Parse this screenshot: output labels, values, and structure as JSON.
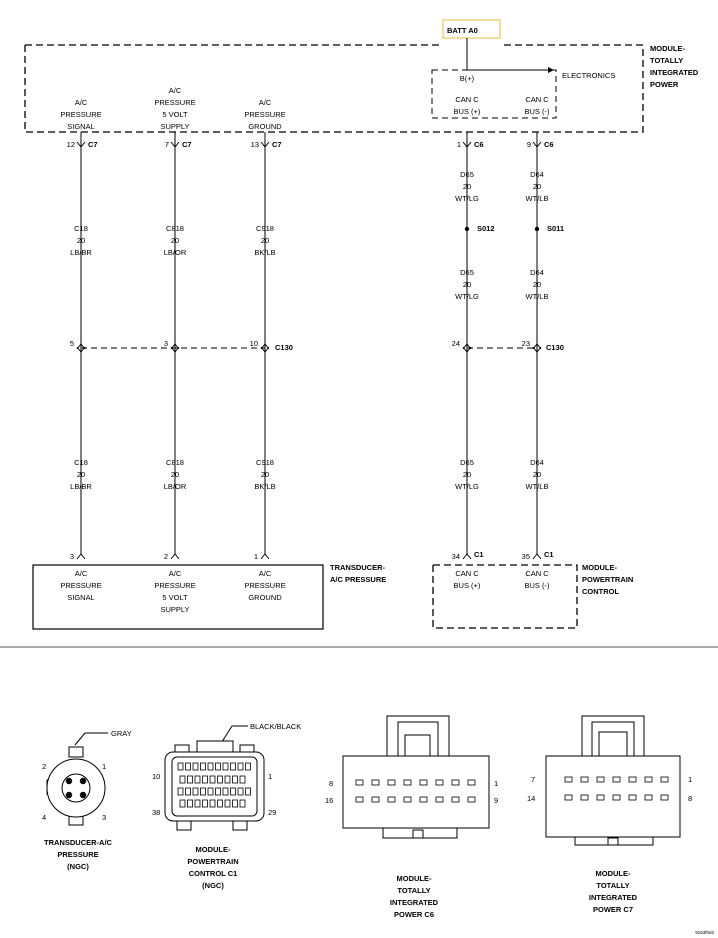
{
  "batt": {
    "label": "BATT A0",
    "color": "#e8c860"
  },
  "tipm": {
    "title": [
      "MODULE-",
      "TOTALLY",
      "INTEGRATED",
      "POWER"
    ],
    "sub_label": "ELECTRONICS",
    "bplus": "B(+)"
  },
  "pcm": {
    "title": [
      "MODULE-",
      "POWERTRAIN",
      "CONTROL"
    ]
  },
  "transducer": {
    "title": [
      "TRANSDUCER-",
      "A/C PRESSURE"
    ]
  },
  "circuits": [
    {
      "id": "signal",
      "top_func": [
        "A/C",
        "PRESSURE",
        "SIGNAL"
      ],
      "top_pin": "12",
      "top_conn": "C7",
      "upper_wire": [
        "C18",
        "20",
        "LB/BR"
      ],
      "mid_pin": "5",
      "lower_wire": [
        "C18",
        "20",
        "LB/BR"
      ],
      "bot_pin": "3",
      "bot_conn": "",
      "bot_func": [
        "A/C",
        "PRESSURE",
        "SIGNAL"
      ]
    },
    {
      "id": "supply",
      "top_func": [
        "A/C",
        "PRESSURE",
        "5 VOLT",
        "SUPPLY"
      ],
      "top_pin": "7",
      "top_conn": "C7",
      "upper_wire": [
        "C818",
        "20",
        "LB/OR"
      ],
      "mid_pin": "3",
      "lower_wire": [
        "C818",
        "20",
        "LB/OR"
      ],
      "bot_pin": "2",
      "bot_conn": "",
      "bot_func": [
        "A/C",
        "PRESSURE",
        "5 VOLT",
        "SUPPLY"
      ]
    },
    {
      "id": "ground",
      "top_func": [
        "A/C",
        "PRESSURE",
        "GROUND"
      ],
      "top_pin": "13",
      "top_conn": "C7",
      "upper_wire": [
        "C918",
        "20",
        "BK/LB"
      ],
      "mid_pin": "10",
      "lower_wire": [
        "C918",
        "20",
        "BK/LB"
      ],
      "bot_pin": "1",
      "bot_conn": "",
      "bot_func": [
        "A/C",
        "PRESSURE",
        "GROUND"
      ]
    },
    {
      "id": "can-plus",
      "top_func": [
        "CAN C",
        "BUS (+)"
      ],
      "top_pin": "1",
      "top_conn": "C6",
      "upper_wire": [
        "D65",
        "20",
        "WT/LG"
      ],
      "splice": "S012",
      "upper_wire2": [
        "D65",
        "20",
        "WT/LG"
      ],
      "mid_pin": "24",
      "lower_wire": [
        "D65",
        "20",
        "WT/LG"
      ],
      "bot_pin": "34",
      "bot_conn": "C1",
      "bot_func": [
        "CAN C",
        "BUS (+)"
      ]
    },
    {
      "id": "can-minus",
      "top_func": [
        "CAN C",
        "BUS (-)"
      ],
      "top_pin": "9",
      "top_conn": "C6",
      "upper_wire": [
        "D64",
        "20",
        "WT/LB"
      ],
      "splice": "S011",
      "upper_wire2": [
        "D64",
        "20",
        "WT/LB"
      ],
      "mid_pin": "23",
      "lower_wire": [
        "D64",
        "20",
        "WT/LB"
      ],
      "bot_pin": "35",
      "bot_conn": "C1",
      "bot_func": [
        "CAN C",
        "BUS (-)"
      ]
    }
  ],
  "inline_connector": {
    "label": "C130"
  },
  "connector_views": {
    "transducer": {
      "color_label": "GRAY",
      "pins": [
        "2",
        "1",
        "4",
        "3"
      ],
      "caption": [
        "TRANSDUCER-A/C",
        "PRESSURE",
        "(NGC)"
      ]
    },
    "pcm_c1": {
      "color_label": "BLACK/BLACK",
      "pins": [
        "10",
        "1",
        "38",
        "29"
      ],
      "caption": [
        "MODULE-",
        "POWERTRAIN",
        "CONTROL C1",
        "(NGC)"
      ]
    },
    "tipm_c6": {
      "pins": [
        "8",
        "1",
        "16",
        "9"
      ],
      "caption": [
        "MODULE-",
        "TOTALLY",
        "INTEGRATED",
        "POWER C6"
      ]
    },
    "tipm_c7": {
      "pins": [
        "7",
        "1",
        "14",
        "8"
      ],
      "caption": [
        "MODULE-",
        "TOTALLY",
        "INTEGRATED",
        "POWER C7"
      ]
    }
  },
  "figure_id": "9163f0eb"
}
